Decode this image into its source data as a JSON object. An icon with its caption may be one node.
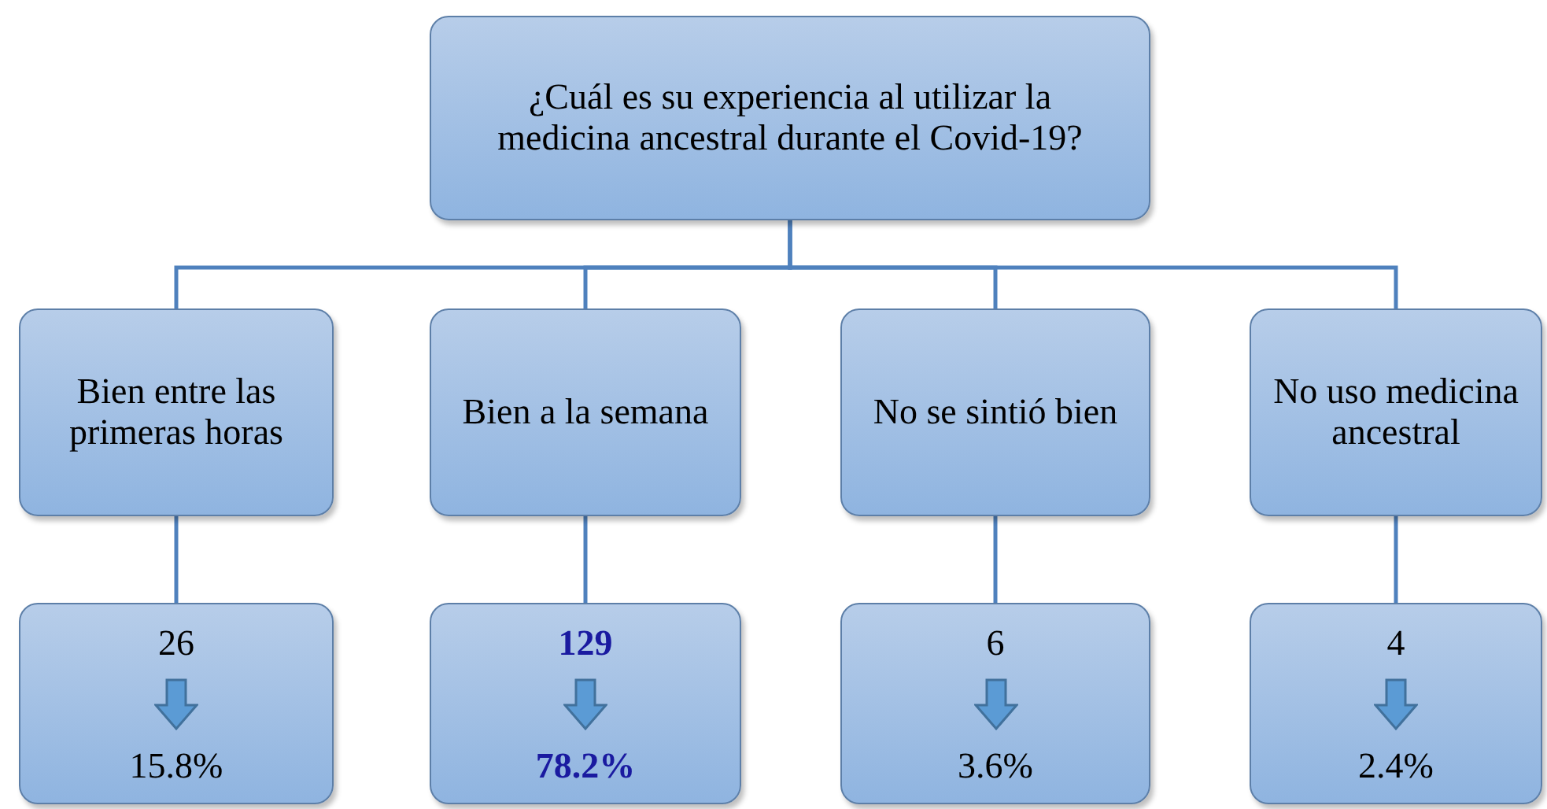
{
  "diagram": {
    "nodes": [
      {
        "text": [
          "¿Cuál es su experiencia al utilizar la medicina ancestral durante el Covid-19?"
        ]
      },
      {
        "text": [
          "Bien entre las primeras horas"
        ]
      },
      {
        "text": [
          "Bien a la semana"
        ]
      },
      {
        "text": [
          "No se sintió bien"
        ]
      },
      {
        "text": [
          "No uso medicina ancestral"
        ]
      },
      {
        "text": [
          "26",
          "15.8%"
        ]
      },
      {
        "text": [
          "129",
          "78.2%"
        ]
      },
      {
        "text": [
          "6",
          "3.6%"
        ]
      },
      {
        "text": [
          "4",
          "2.4%"
        ]
      }
    ],
    "edges": [
      {
        "from": 0,
        "to": 1,
        "arrow": "none"
      },
      {
        "from": 0,
        "to": 2,
        "arrow": "none"
      },
      {
        "from": 0,
        "to": 3,
        "arrow": "none"
      },
      {
        "from": 0,
        "to": 4,
        "arrow": "none"
      },
      {
        "from": 1,
        "to": 5,
        "arrow": "none"
      },
      {
        "from": 2,
        "to": 6,
        "arrow": "none"
      },
      {
        "from": 3,
        "to": 7,
        "arrow": "none"
      },
      {
        "from": 4,
        "to": 8,
        "arrow": "none"
      }
    ]
  }
}
